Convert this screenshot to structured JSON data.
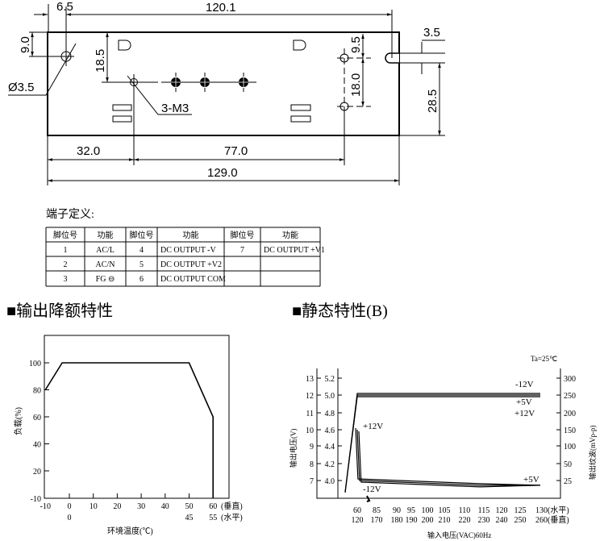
{
  "drawing": {
    "dims": {
      "d6_5": "6.5",
      "d120_1": "120.1",
      "d9_0": "9.0",
      "d18_5": "18.5",
      "phi3_5": "Ø3.5",
      "m3": "3-M3",
      "d9_5": "9.5",
      "d18_0": "18.0",
      "d3_5": "3.5",
      "d28_5": "28.5",
      "d32_0": "32.0",
      "d77_0": "77.0",
      "d129_0": "129.0"
    }
  },
  "terminal": {
    "title": "端子定义:",
    "headers": [
      "脚位号",
      "功能",
      "脚位号",
      "功能",
      "脚位号",
      "功能"
    ],
    "rows": [
      [
        "1",
        "AC/L",
        "4",
        "DC OUTPUT -V",
        "7",
        "DC OUTPUT +V1"
      ],
      [
        "2",
        "AC/N",
        "5",
        "DC OUTPUT +V2",
        "",
        ""
      ],
      [
        "3",
        "FG ⊖",
        "6",
        "DC OUTPUT COM",
        "",
        ""
      ]
    ]
  },
  "sections": {
    "derating_title": "■输出降额特性",
    "static_title": "■静态特性(B)"
  },
  "chart_data": [
    {
      "type": "line",
      "title": "输出降额特性",
      "xlabel": "环境温度(℃)",
      "ylabel": "负载(%)",
      "xticks": [
        "-10",
        "0",
        "10",
        "20",
        "30",
        "40",
        "50",
        "60"
      ],
      "xticks_values": [
        -10,
        0,
        10,
        20,
        30,
        40,
        50,
        60
      ],
      "xticks2": [
        "0",
        "45",
        "55"
      ],
      "xticks2_values": [
        0,
        50,
        60
      ],
      "xtick_suffix1": "(垂直)",
      "xtick_suffix2": "(水平)",
      "yticks": [
        "100",
        "80",
        "60",
        "40",
        "20",
        "-10"
      ],
      "yticks_values": [
        100,
        80,
        60,
        40,
        20,
        -10
      ],
      "xlim": [
        -10,
        67
      ],
      "ylim": [
        -10,
        120
      ],
      "series": [
        {
          "name": "load",
          "x": [
            -10,
            -3,
            50,
            60,
            60
          ],
          "y": [
            80,
            100,
            100,
            60,
            -10
          ]
        }
      ]
    },
    {
      "type": "line",
      "title": "静态特性(B)",
      "note": "Ta=25℃",
      "xlabel": "输入电压(VAC)60Hz",
      "ylabel": "输出电压(V)",
      "ylabel_right": "输出纹波(mVp-p)",
      "xticks": [
        "60",
        "85",
        "90",
        "95",
        "100",
        "105",
        "110",
        "115",
        "120",
        "125",
        "130(水平)"
      ],
      "xticks2": [
        "120",
        "170",
        "180",
        "190",
        "200",
        "210",
        "220",
        "230",
        "240",
        "250",
        "260(垂直)"
      ],
      "yticks_left1": [
        "13",
        "12",
        "11",
        "10",
        "9",
        "8",
        "7"
      ],
      "yticks_left2": [
        "5.2",
        "5.0",
        "4.8",
        "4.6",
        "4.4",
        "4.2",
        "4.0"
      ],
      "yticks_right": [
        "300",
        "250",
        "200",
        "150",
        "100",
        "50",
        "25"
      ],
      "series": [
        {
          "name": "output voltage",
          "x": [
            55,
            60,
            130
          ],
          "y": [
            6.3,
            12,
            12
          ]
        },
        {
          "name": "ripple",
          "unit": "mVp-p",
          "x": [
            60,
            63,
            114,
            130
          ],
          "y": [
            150,
            25,
            18,
            18
          ]
        }
      ],
      "annotations": [
        "-12V",
        "+5V",
        "+12V",
        "+12V",
        "+5V",
        "-12V"
      ]
    }
  ]
}
